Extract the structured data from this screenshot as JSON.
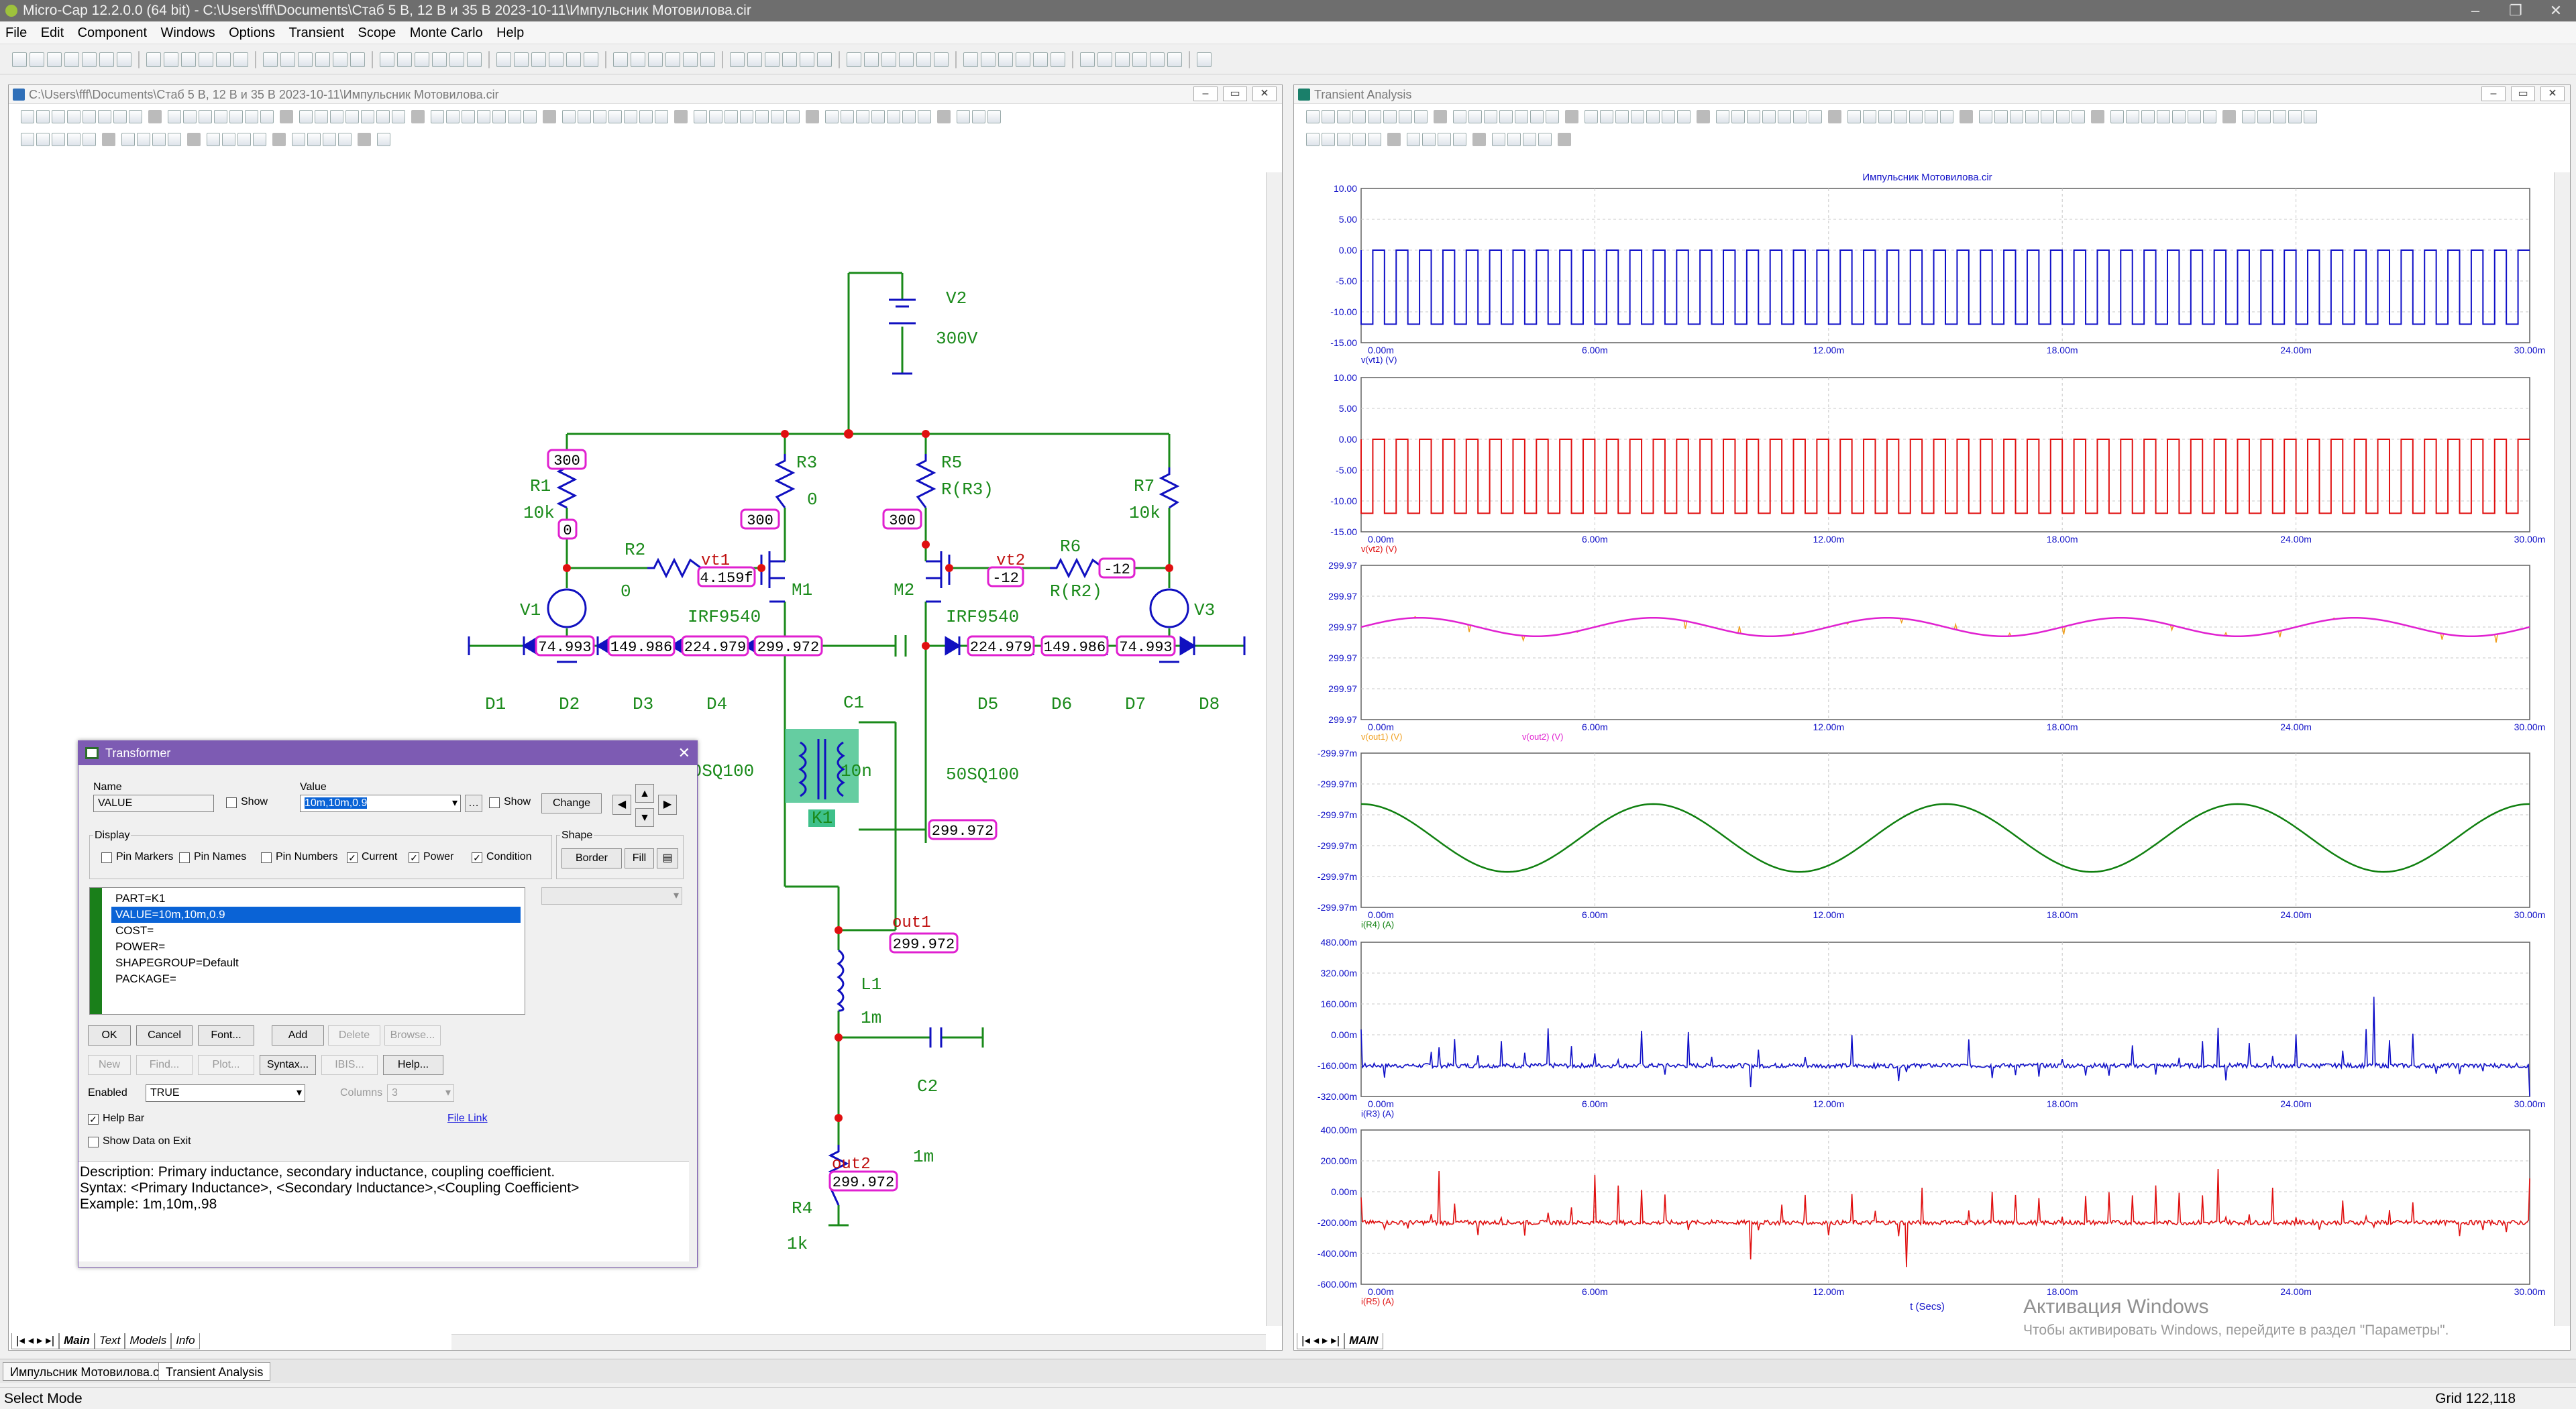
{
  "app": {
    "title": "Micro-Cap 12.2.0.0 (64 bit) - C:\\Users\\fff\\Documents\\Стаб 5 В, 12 В и 35 В 2023-10-11\\Импульсник Мотовилова.cir"
  },
  "menu": [
    "File",
    "Edit",
    "Component",
    "Windows",
    "Options",
    "Transient",
    "Scope",
    "Monte Carlo",
    "Help"
  ],
  "schematic": {
    "title": "C:\\Users\\fff\\Documents\\Стаб 5 В, 12 В и 35 В 2023-10-11\\Импульсник Мотовилова.cir",
    "tabs": [
      "Main",
      "Text",
      "Models",
      "Info"
    ],
    "labels": {
      "V2": "V2",
      "V2val": "300V",
      "R1": "R1",
      "R1val": "10k",
      "R2": "R2",
      "R2val": "0",
      "R3": "R3",
      "R3val": "0",
      "R5": "R5",
      "R5val": "R(R3)",
      "R6": "R6",
      "R6val": "R(R2)",
      "R7": "R7",
      "R7val": "10k",
      "V1": "V1",
      "V3": "V3",
      "M1": "M1",
      "M2": "M2",
      "M1model": "IRF9540",
      "M2model": "IRF9540",
      "vt1": "vt1",
      "vt2": "vt2",
      "D1": "D1",
      "D2": "D2",
      "D3": "D3",
      "D4": "D4",
      "D5": "D5",
      "D6": "D6",
      "D7": "D7",
      "D8": "D8",
      "C1": "C1",
      "C1val": "10n",
      "Dmodel1": "50SQ100",
      "Dmodel2": "50SQ100",
      "K1": "K1",
      "L1": "L1",
      "L1val": "1m",
      "C2": "C2",
      "C2val": "1m",
      "R4": "R4",
      "R4val": "1k",
      "out1": "out1",
      "out2": "out2"
    },
    "values": {
      "r1top": "300",
      "r1bot": "0",
      "r3node": "300",
      "r5node": "300",
      "vt1": "4.159f",
      "vt2": "-12",
      "r6": "-12",
      "d2": "74.993",
      "d3": "149.986",
      "d4": "224.979",
      "c1left": "299.972",
      "d5": "224.979",
      "d6": "149.986",
      "d7": "74.993",
      "k1": "299.972",
      "out1": "299.972",
      "out2": "299.972"
    }
  },
  "transient": {
    "title": "Transient Analysis",
    "tabs": [
      "MAIN"
    ],
    "plot_title": "Импульсник Мотовилова.cir",
    "xlabel": "t (Secs)",
    "xticks": [
      "0.00m",
      "6.00m",
      "12.00m",
      "18.00m",
      "24.00m",
      "30.00m"
    ],
    "colors": {
      "vt1": "#1010c8",
      "vt2": "#e01010",
      "out1": "#f0a020",
      "out2": "#e020d0",
      "r4": "#108010",
      "r3": "#1010c8",
      "r5": "#e01010"
    }
  },
  "chart_data": [
    {
      "type": "line",
      "series": [
        {
          "name": "v(vt1) (V)"
        }
      ],
      "x_range": [
        0,
        0.03
      ],
      "ylim": [
        -15,
        10
      ],
      "yticks": [
        "10.00",
        "5.00",
        "0.00",
        "-5.00",
        "-10.00",
        "-15.00"
      ],
      "wave": "square",
      "low": -12,
      "high": 0,
      "cycles": 50
    },
    {
      "type": "line",
      "series": [
        {
          "name": "v(vt2) (V)"
        }
      ],
      "x_range": [
        0,
        0.03
      ],
      "ylim": [
        -15,
        10
      ],
      "yticks": [
        "10.00",
        "5.00",
        "0.00",
        "-5.00",
        "-10.00",
        "-15.00"
      ],
      "wave": "square",
      "low": -12,
      "high": 0,
      "cycles": 50
    },
    {
      "type": "line",
      "series": [
        {
          "name": "v(out1) (V)"
        },
        {
          "name": "v(out2) (V)"
        }
      ],
      "x_range": [
        0,
        0.03
      ],
      "ylim": [
        299.965,
        299.975
      ],
      "yticks": [
        "299.97",
        "299.97",
        "299.97",
        "299.97",
        "299.97",
        "299.97"
      ],
      "wave": "sine",
      "center": 299.971,
      "amplitude": 0.0006,
      "cycles": 5
    },
    {
      "type": "line",
      "series": [
        {
          "name": "i(R4) (A)"
        }
      ],
      "x_range": [
        0,
        0.03
      ],
      "ylim": [
        -299.975,
        -299.965
      ],
      "yticks": [
        "-299.97m",
        "-299.97m",
        "-299.97m",
        "-299.97m",
        "-299.97m",
        "-299.97m"
      ],
      "wave": "sine",
      "center": -299.9705,
      "amplitude": 0.0022,
      "cycles": 4
    },
    {
      "type": "line",
      "series": [
        {
          "name": "i(R3) (A)"
        }
      ],
      "x_range": [
        0,
        0.03
      ],
      "ylim": [
        -320,
        480
      ],
      "yticks": [
        "480.00m",
        "320.00m",
        "160.00m",
        "0.00m",
        "-160.00m",
        "-320.00m"
      ],
      "wave": "noise",
      "center": -160
    },
    {
      "type": "line",
      "series": [
        {
          "name": "i(R5) (A)"
        }
      ],
      "x_range": [
        0,
        0.03
      ],
      "ylim": [
        -600,
        400
      ],
      "yticks": [
        "400.00m",
        "200.00m",
        "0.00m",
        "-200.00m",
        "-400.00m",
        "-600.00m"
      ],
      "wave": "noise",
      "center": -200
    }
  ],
  "dialog": {
    "title": "Transformer",
    "name_label": "Name",
    "name_value": "VALUE",
    "show": "Show",
    "value_label": "Value",
    "value_value": "10m,10m,0.9",
    "change": "Change",
    "display_label": "Display",
    "pin_markers": "Pin Markers",
    "pin_names": "Pin Names",
    "pin_numbers": "Pin Numbers",
    "current": "Current",
    "power": "Power",
    "condition": "Condition",
    "shape_label": "Shape",
    "border": "Border",
    "fill": "Fill",
    "props": [
      "PART=K1",
      "VALUE=10m,10m,0.9",
      "COST=",
      "POWER=",
      "SHAPEGROUP=Default",
      "PACKAGE="
    ],
    "buttons_row1": [
      "OK",
      "Cancel",
      "Font...",
      "Add",
      "Delete",
      "Browse..."
    ],
    "buttons_row2": [
      "New",
      "Find...",
      "Plot...",
      "Syntax...",
      "IBIS...",
      "Help..."
    ],
    "enabled_label": "Enabled",
    "enabled_value": "TRUE",
    "columns_label": "Columns",
    "columns_value": "3",
    "help_bar": "Help Bar",
    "show_data": "Show Data on Exit",
    "file_link": "File Link",
    "help_lines": [
      "Description: Primary inductance, secondary inductance, coupling coefficient.",
      "Syntax: <Primary Inductance>, <Secondary Inductance>,<Coupling Coefficient>",
      "Example: 1m,10m,.98"
    ]
  },
  "taskbar": [
    "Импульсник Мотовилова.cir",
    "Transient Analysis"
  ],
  "status": {
    "left": "Select Mode",
    "right": "Grid 122,118"
  },
  "activation": {
    "line1": "Активация Windows",
    "line2": "Чтобы активировать Windows, перейдите в раздел \"Параметры\"."
  }
}
